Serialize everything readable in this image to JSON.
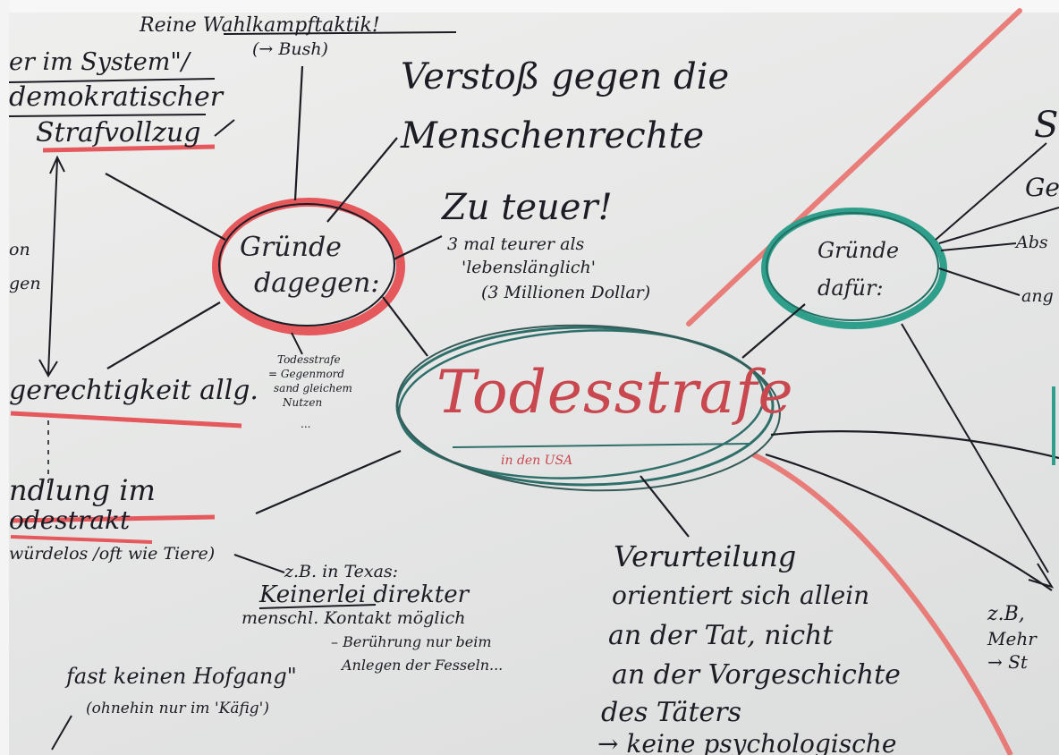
{
  "center": {
    "title": "Todesstrafe",
    "subtitle": "in den USA"
  },
  "nodes": {
    "against": {
      "line1": "Gründe",
      "line2": "dagegen:"
    },
    "for": {
      "line1": "Gründe",
      "line2": "dafür:"
    }
  },
  "notes": {
    "election": {
      "line1": "Reine Wahlkampftaktik!",
      "line2": "(→ Bush)"
    },
    "human_rights": {
      "line1": "Verstoß gegen die",
      "line2": "Menschenrechte"
    },
    "cost": {
      "line1": "Zu teuer!",
      "line2": "3 mal teurer als",
      "line3": "'lebenslänglich'",
      "line4": "(3 Millionen Dollar)"
    },
    "system": {
      "line1": "er im System\"/",
      "line2": "demokratischer",
      "line3": "Strafvollzug"
    },
    "fragment_left": {
      "line1": "on",
      "line2": "gen"
    },
    "justice": {
      "text": "gerechtigkeit allg."
    },
    "treatment": {
      "line1": "ndlung im",
      "line2": "odestrakt",
      "line3": "würdelos /oft wie Tiere)"
    },
    "same_benefit": {
      "line1": "Todesstrafe",
      "line2": "= Gegenmord",
      "line3": "sand gleichem",
      "line4": "Nutzen",
      "line5": "..."
    },
    "texas": {
      "line1": "z.B. in Texas:",
      "line2": "Keinerlei direkter",
      "line3": "menschl. Kontakt möglich",
      "line4": "– Berührung nur beim",
      "line5": "Anlegen der Fesseln..."
    },
    "yard": {
      "line1": "fast keinen Hofgang\"",
      "line2": "(ohnehin nur im 'Käfig')"
    },
    "verdict": {
      "line1": "Verurteilung",
      "line2": "orientiert sich allein",
      "line3": "an der Tat, nicht",
      "line4": "an der Vorgeschichte",
      "line5": "des Täters",
      "line6": "→ keine psychologische"
    },
    "right_fragments": {
      "s": "S",
      "ge": "Ge",
      "abs": "Abs",
      "ang": "ang",
      "zb": "z.B,",
      "mehr": "Mehr",
      "st": "→ St"
    }
  },
  "colors": {
    "red_marker": "#e5585c",
    "green_marker": "#2f9e8a",
    "teal_outline": "#2f6f6a",
    "black_ink": "#1c1c24",
    "red_ink": "#c9474f",
    "paper": "#e6e7e6"
  }
}
